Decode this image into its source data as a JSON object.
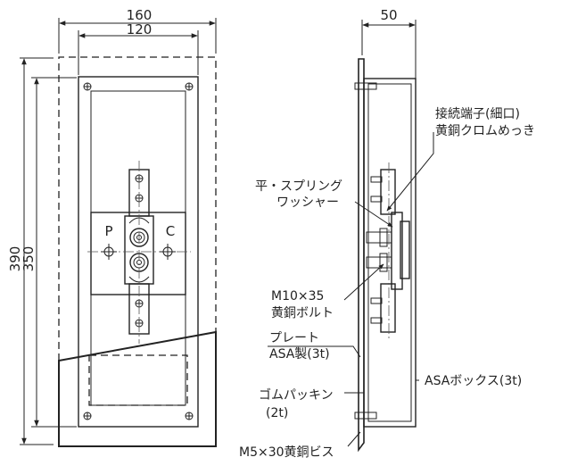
{
  "front_view": {
    "dim_160": "160",
    "dim_120": "120",
    "dim_390": "390",
    "dim_350": "350",
    "label_p": "P",
    "label_c": "C"
  },
  "side_view": {
    "dim_50": "50",
    "callouts": [
      "接続端子(細口)",
      "黄銅クロムめっき",
      "平・スプリング",
      "ワッシャー",
      "M10×35",
      "黄銅ボルト",
      "プレート",
      "ASA製(3t)",
      "ASAボックス(3t)",
      "ゴムパッキン",
      "(2t)",
      "M5×30黄銅ビス"
    ]
  }
}
